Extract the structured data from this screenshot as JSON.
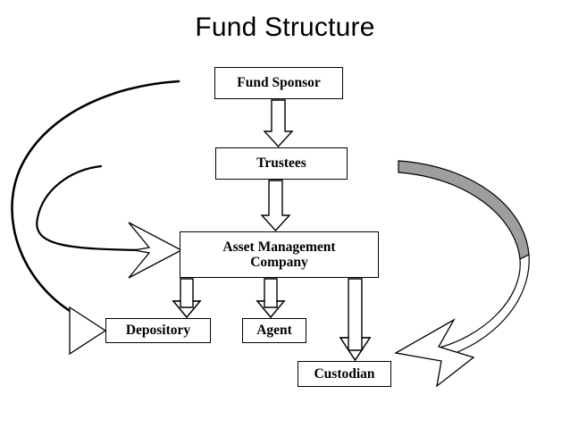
{
  "slide": {
    "title": "Fund Structure",
    "background_color": "#ffffff",
    "text_color": "#000000"
  },
  "diagram": {
    "type": "flowchart",
    "nodes": [
      {
        "id": "fund-sponsor",
        "label": "Fund Sponsor",
        "label_line2": ""
      },
      {
        "id": "trustees",
        "label": "Trustees",
        "label_line2": ""
      },
      {
        "id": "amc",
        "label": "Asset Management",
        "label_line2": "Company"
      },
      {
        "id": "depository",
        "label": "Depository",
        "label_line2": ""
      },
      {
        "id": "agent",
        "label": "Agent",
        "label_line2": ""
      },
      {
        "id": "custodian",
        "label": "Custodian",
        "label_line2": ""
      }
    ],
    "connectors": [
      {
        "id": "sponsor-to-trustees",
        "from": "fund-sponsor",
        "to": "trustees",
        "style": "block-arrow-down"
      },
      {
        "id": "trustees-to-amc",
        "from": "trustees",
        "to": "amc",
        "style": "block-arrow-down"
      },
      {
        "id": "amc-to-depository",
        "from": "amc",
        "to": "depository",
        "style": "block-arrow-down"
      },
      {
        "id": "amc-to-agent",
        "from": "amc",
        "to": "agent",
        "style": "block-arrow-down"
      },
      {
        "id": "amc-to-custodian",
        "from": "amc",
        "to": "custodian",
        "style": "block-arrow-down-long"
      },
      {
        "id": "arc-left-outer-to-depository",
        "from": "",
        "to": "depository",
        "style": "curved-arc-arrow-left"
      },
      {
        "id": "arc-left-inner-to-amc",
        "from": "",
        "to": "amc",
        "style": "curved-arc-barbed-arrow-left"
      },
      {
        "id": "arc-right-to-custodian",
        "from": "",
        "to": "custodian",
        "style": "curved-ribbon-arrow-right"
      }
    ],
    "colors": {
      "node_fill": "#ffffff",
      "node_border": "#000000",
      "arrow_fill": "#ffffff",
      "arrow_stroke": "#000000",
      "ribbon_shade": "#9e9e9e"
    }
  }
}
